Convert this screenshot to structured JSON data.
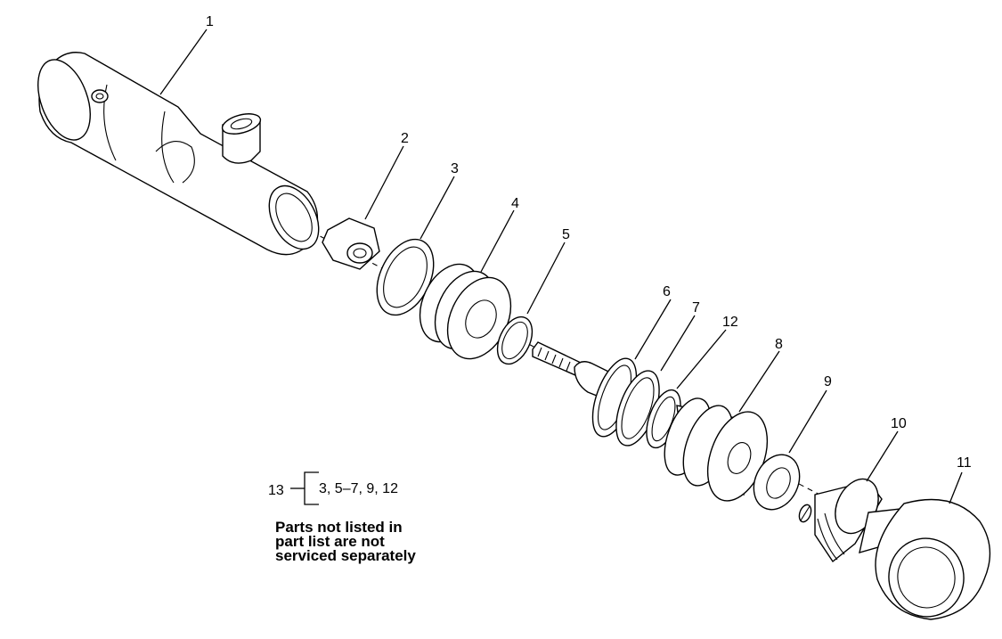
{
  "callouts": [
    {
      "id": "1",
      "label": "1"
    },
    {
      "id": "2",
      "label": "2"
    },
    {
      "id": "3",
      "label": "3"
    },
    {
      "id": "4",
      "label": "4"
    },
    {
      "id": "5",
      "label": "5"
    },
    {
      "id": "6",
      "label": "6"
    },
    {
      "id": "7",
      "label": "7"
    },
    {
      "id": "12",
      "label": "12"
    },
    {
      "id": "8",
      "label": "8"
    },
    {
      "id": "9",
      "label": "9"
    },
    {
      "id": "10",
      "label": "10"
    },
    {
      "id": "11",
      "label": "11"
    }
  ],
  "kit": {
    "number": "13",
    "contents": "3, 5–7, 9, 12"
  },
  "note": {
    "lines": [
      "Parts not listed in",
      "part list are not",
      "serviced separately"
    ]
  }
}
